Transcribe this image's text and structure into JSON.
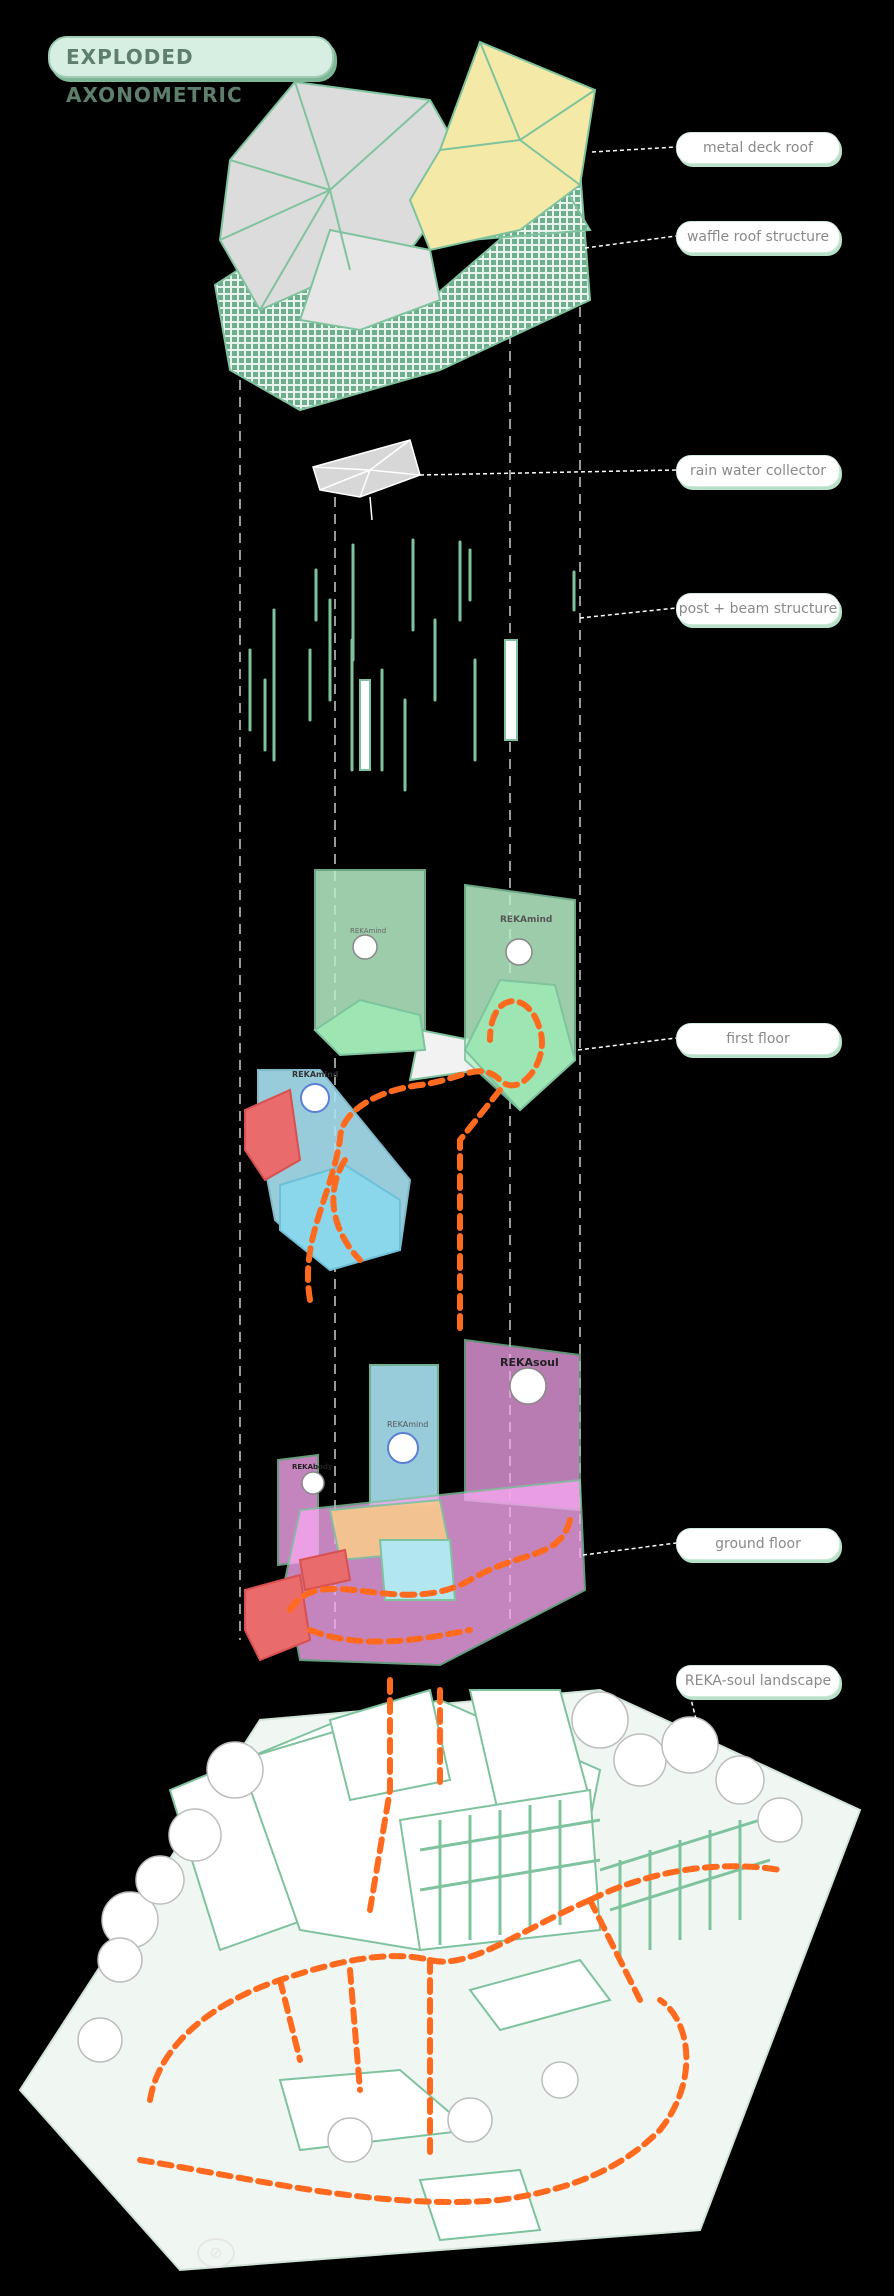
{
  "title": "EXPLODED AXONOMETRIC",
  "labels": [
    {
      "id": "metal-deck-roof",
      "text": "metal deck roof"
    },
    {
      "id": "waffle-roof-structure",
      "text": "waffle roof structure"
    },
    {
      "id": "rain-water-collector",
      "text": "rain water collector"
    },
    {
      "id": "post-beam-structure",
      "text": "post + beam structure"
    },
    {
      "id": "first-floor",
      "text": "first floor"
    },
    {
      "id": "ground-floor",
      "text": "ground floor"
    },
    {
      "id": "landscape",
      "text": "REKA-soul landscape"
    }
  ],
  "zone_labels": {
    "mind_upper": "REKAmind",
    "mind_right": "REKAmind",
    "mind_left": "REKAmind",
    "mind_ground": "REKAmind",
    "soul": "REKAsoul",
    "ground_left": "REKAbody"
  },
  "colors": {
    "background": "#000000",
    "tag_fill": "#d7efe2",
    "tag_text": "#5d7f6c",
    "structure_green": "#7fc39e",
    "roof_yellow": "#f4e9a6",
    "roof_grey": "#dcdcdc",
    "zone_green": "#b8f0c7",
    "zone_blue": "#a9e3f2",
    "zone_pink": "#f6a6ee",
    "zone_red": "#ea6b6b",
    "circulation_orange": "#ff6a1f",
    "leader_line": "#ffffff"
  }
}
